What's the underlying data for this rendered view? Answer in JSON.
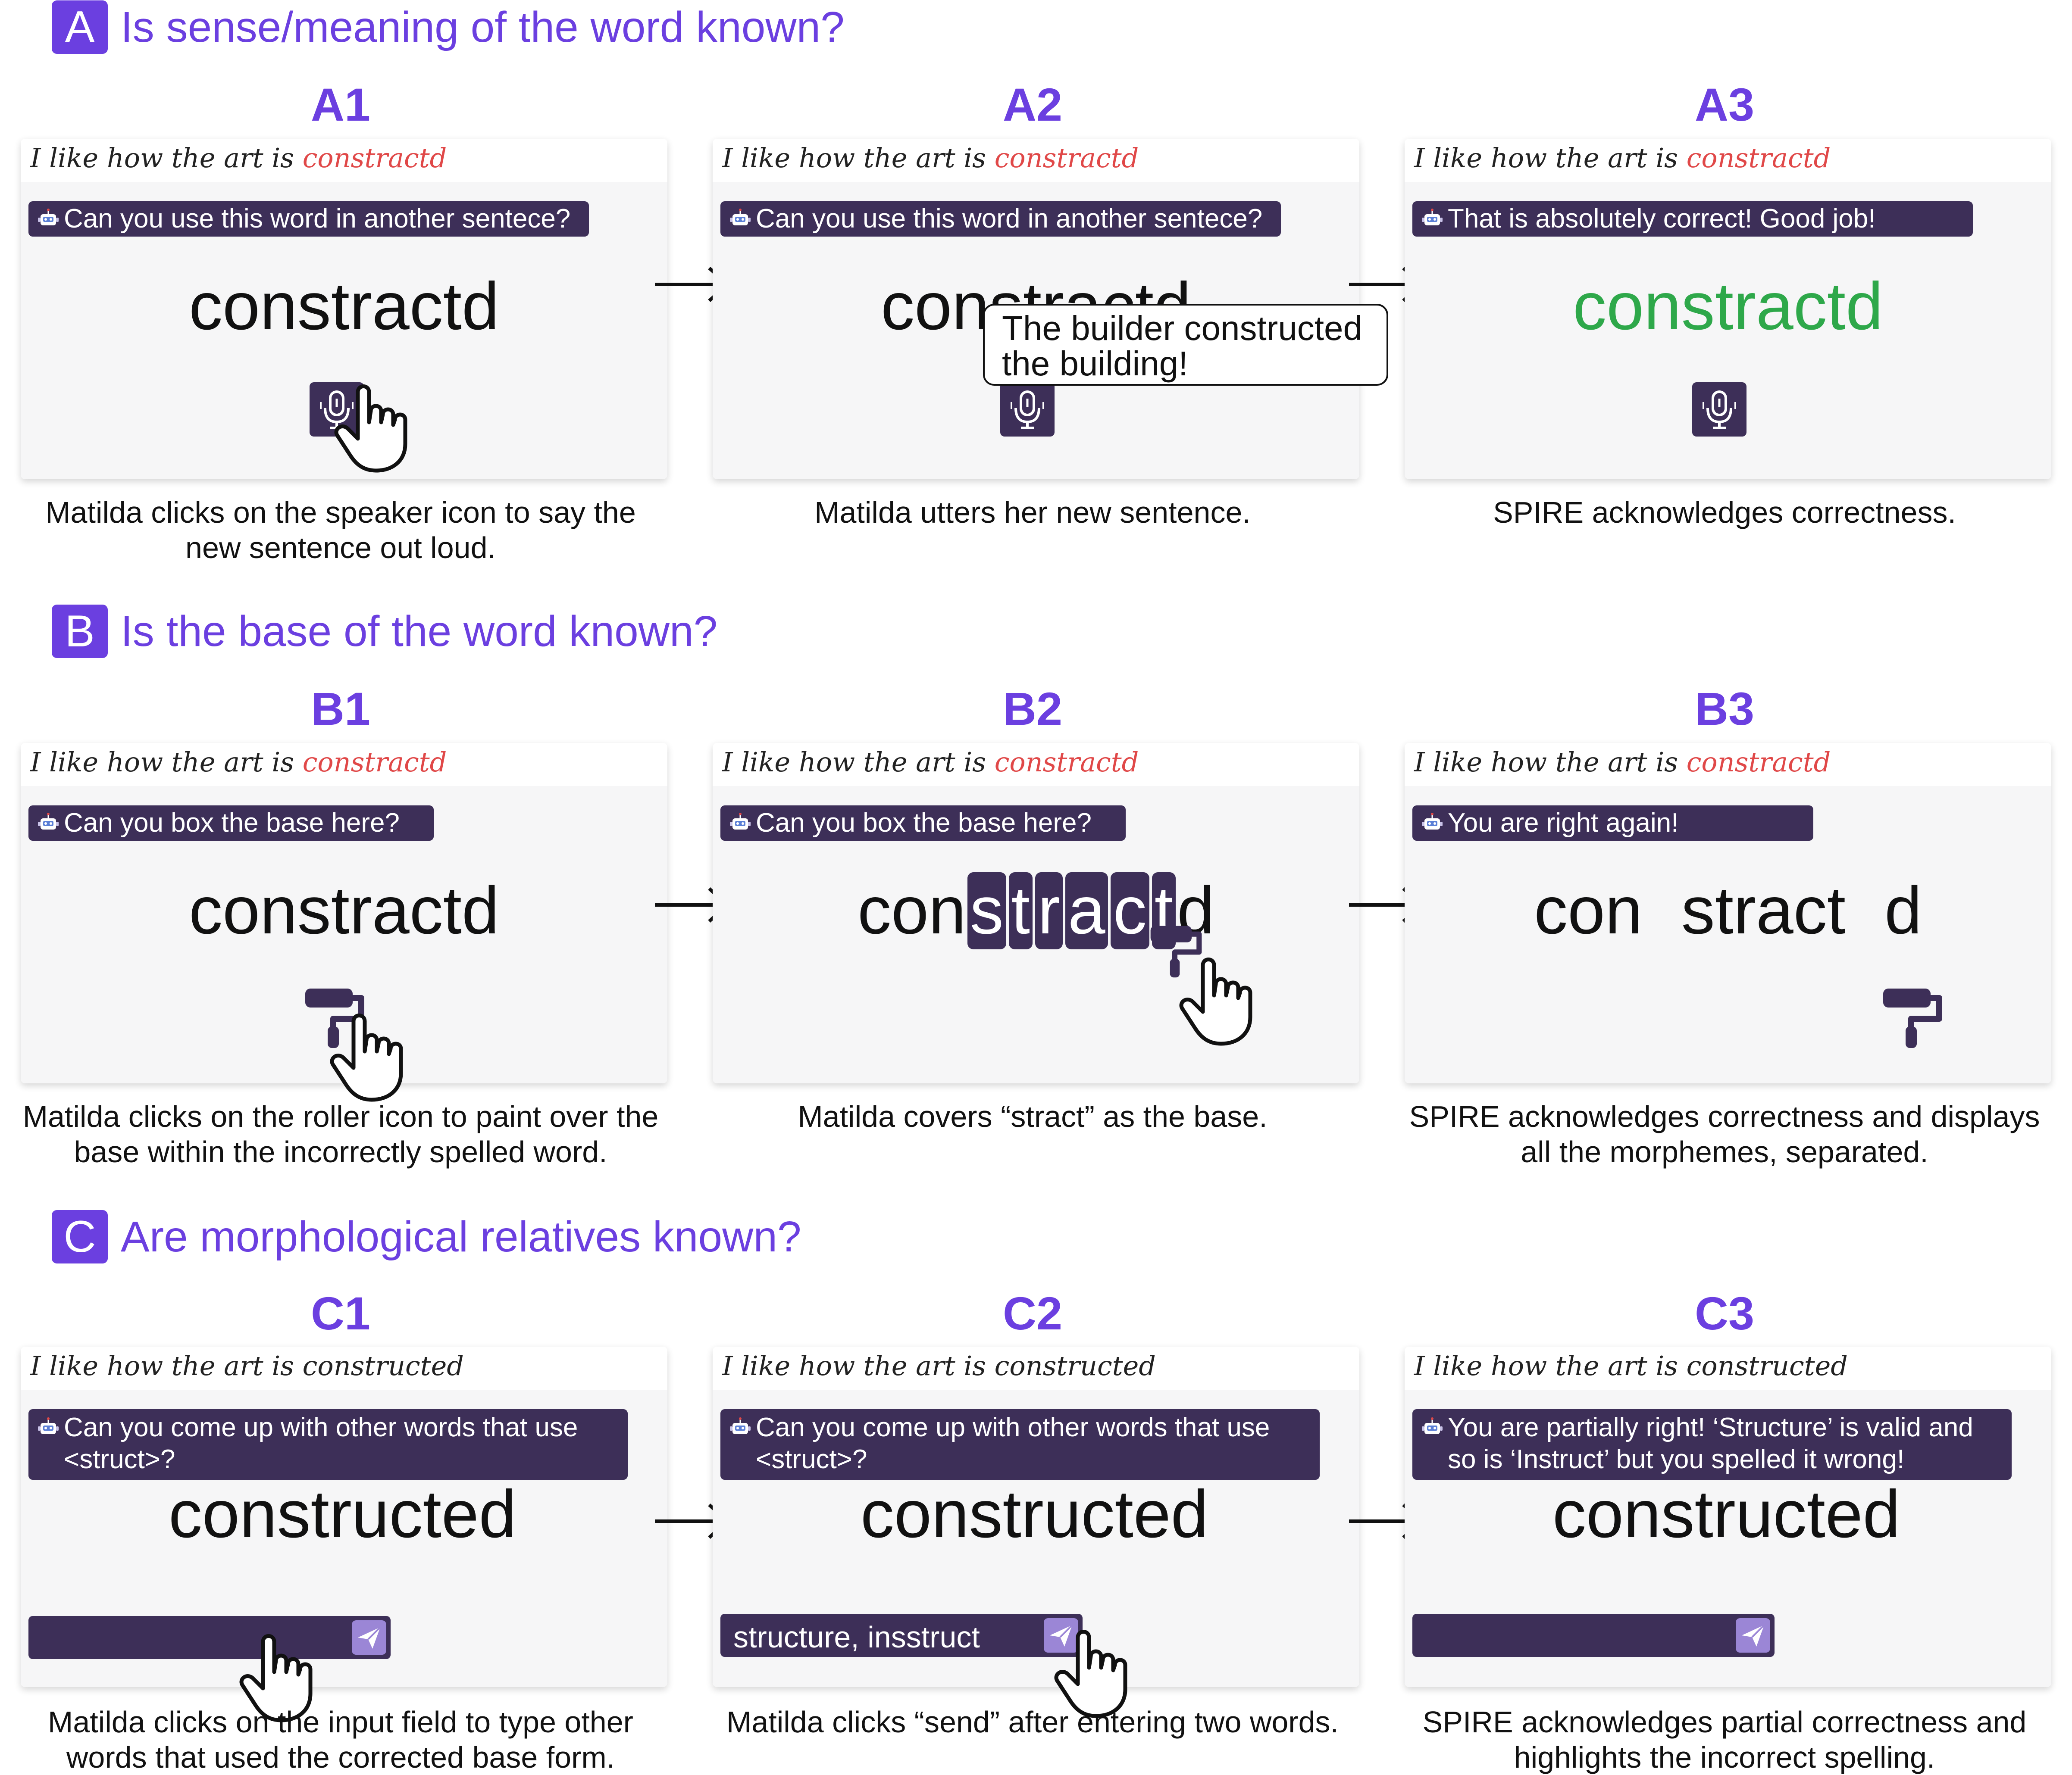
{
  "sections": [
    {
      "letter": "A",
      "title": "Is sense/meaning of the word known?"
    },
    {
      "letter": "B",
      "title": "Is the base of the word known?"
    },
    {
      "letter": "C",
      "title": "Are morphological relatives known?"
    }
  ],
  "sentence": {
    "prefix": "I like how the art is ",
    "misspelled": "constractd",
    "corrected": "I like how the art is constructed"
  },
  "steps": {
    "A1": {
      "label": "A1",
      "prompt": "Can you use this word in another sentece?",
      "word": "constractd",
      "caption": "Matilda clicks on the speaker icon to say the new sentence out loud."
    },
    "A2": {
      "label": "A2",
      "prompt": "Can you use this word in another sentece?",
      "word": "constractd",
      "speech": "The builder constructed the building!",
      "caption": "Matilda utters her new sentence."
    },
    "A3": {
      "label": "A3",
      "prompt": "That is absolutely correct! Good job!",
      "word": "constractd",
      "caption": "SPIRE acknowledges correctness."
    },
    "B1": {
      "label": "B1",
      "prompt": "Can you box the base here?",
      "word": "constractd",
      "caption": "Matilda clicks on the roller icon to paint over the base within the incorrectly spelled word."
    },
    "B2": {
      "label": "B2",
      "prompt": "Can you box the base here?",
      "word_pre": "con",
      "word_boxed": [
        "s",
        "t",
        "r",
        "a",
        "c",
        "t"
      ],
      "word_post": "d",
      "caption": "Matilda covers “stract” as the base."
    },
    "B3": {
      "label": "B3",
      "prompt": "You are right again!",
      "morphemes": [
        "con",
        "stract",
        "d"
      ],
      "caption": "SPIRE acknowledges correctness and displays all the morphemes, separated."
    },
    "C1": {
      "label": "C1",
      "prompt": "Can you come up with other words that use <struct>?",
      "word": "constructed",
      "input": "",
      "caption": "Matilda clicks on the input field to type other words that used the corrected base form."
    },
    "C2": {
      "label": "C2",
      "prompt": "Can you come up with other words that use <struct>?",
      "word": "constructed",
      "input": "structure, insstruct",
      "caption": "Matilda clicks “send” after entering two words."
    },
    "C3": {
      "label": "C3",
      "prompt": "You are partially right! ‘Structure’ is valid and so is ‘Instruct’ but you spelled it wrong!",
      "word": "constructed",
      "input": "",
      "caption": "SPIRE acknowledges partial correctness and highlights the incorrect spelling."
    }
  },
  "icons": [
    "robot-icon",
    "microphone-icon",
    "roller-icon",
    "send-icon",
    "pointer-hand-icon",
    "arrow-right-icon"
  ],
  "colors": {
    "accent": "#6b3fe0",
    "bar": "#3d2f58",
    "error": "#e04848",
    "success": "#2ea84a"
  }
}
